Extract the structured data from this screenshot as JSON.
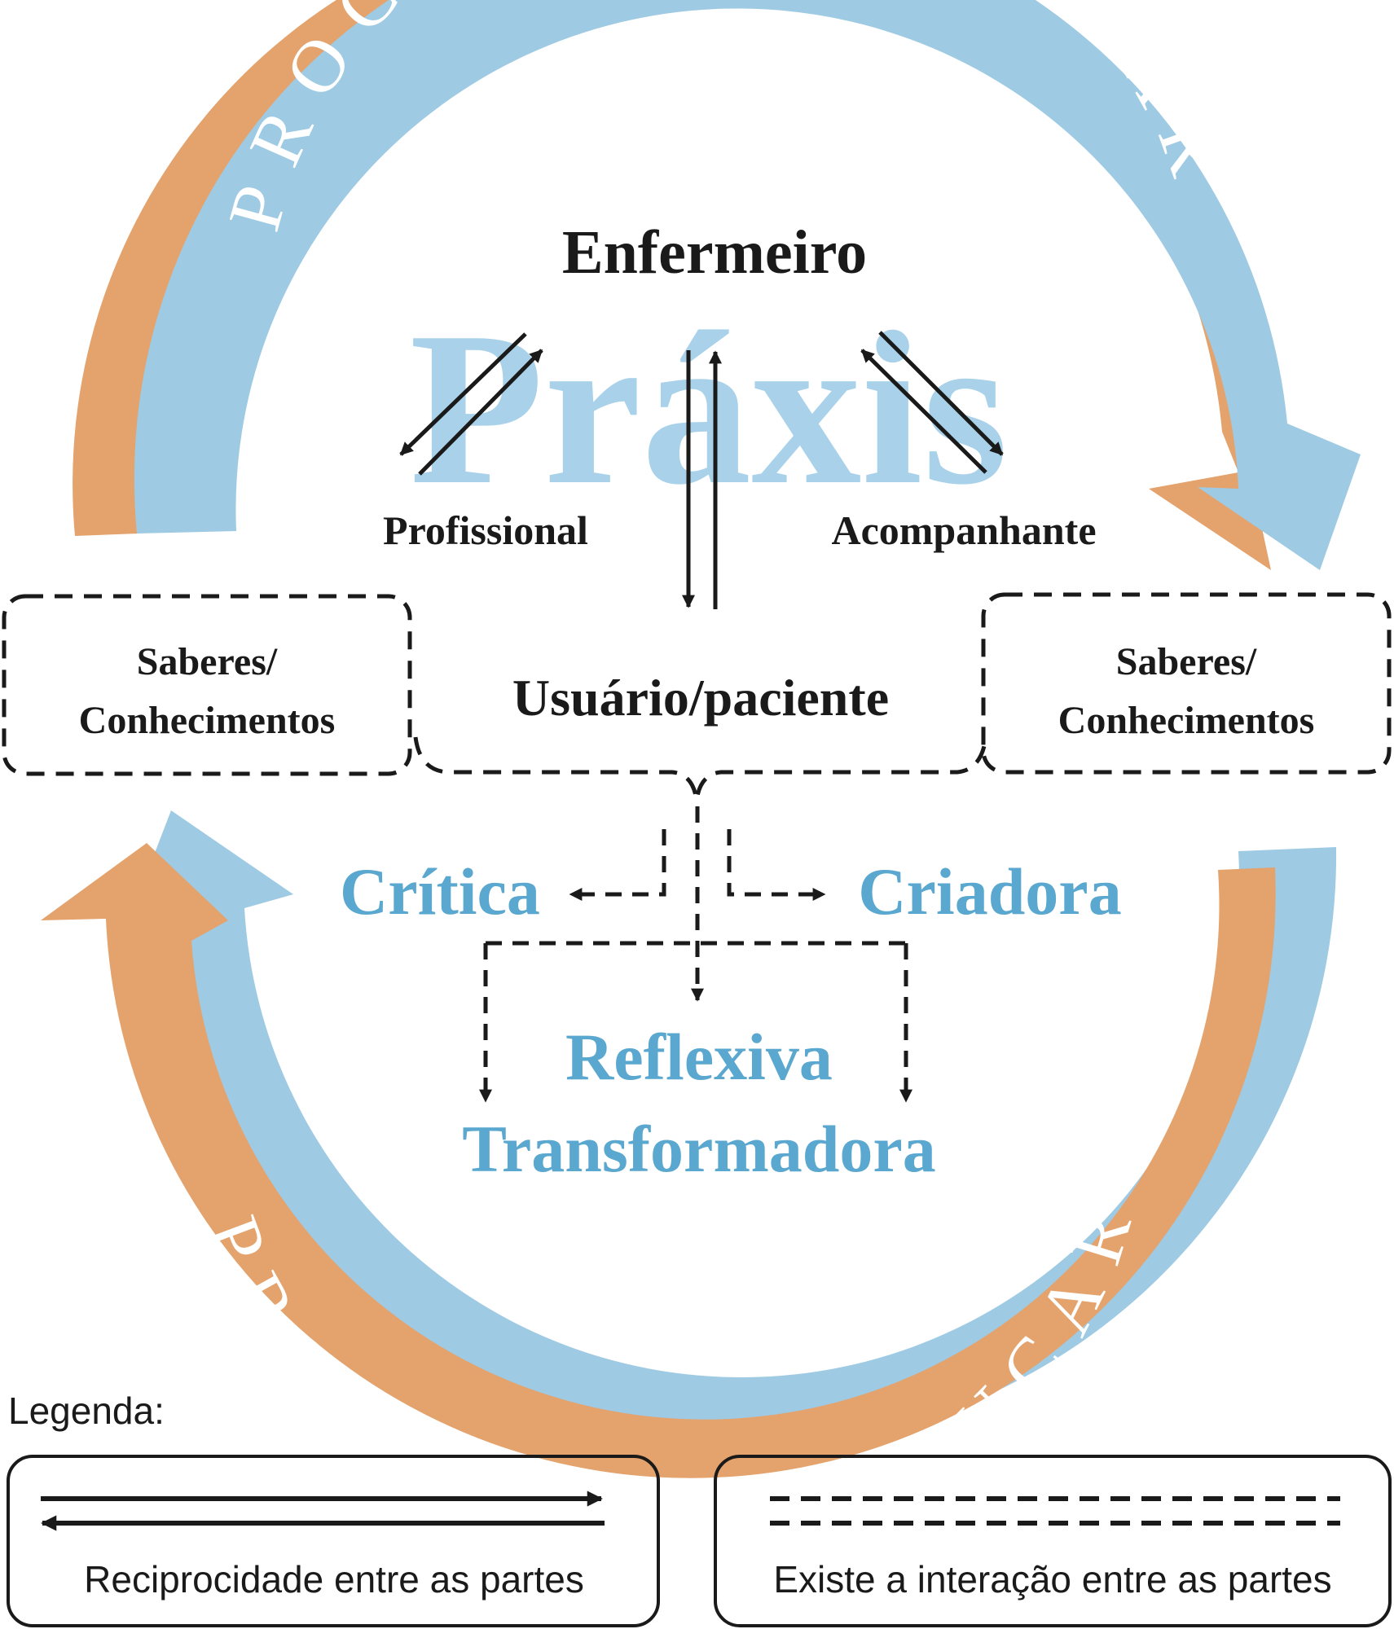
{
  "cycle": {
    "top_label": "PROCESSO DE CUIDAR",
    "bottom_label": "PROCESSO DE EDUCAR"
  },
  "watermark": "Práxis",
  "nodes": {
    "enfermeiro": "Enfermeiro",
    "profissional": "Profissional",
    "acompanhante": "Acompanhante",
    "usuario": "Usuário/paciente",
    "saberes_left": [
      "Saberes/",
      "Conhecimentos"
    ],
    "saberes_right": [
      "Saberes/",
      "Conhecimentos"
    ]
  },
  "qualities": {
    "critica": "Crítica",
    "criadora": "Criadora",
    "reflexiva": "Reflexiva",
    "transformadora": "Transformadora"
  },
  "legend": {
    "title": "Legenda:",
    "solid_label": "Reciprocidade entre as partes",
    "dashed_label": "Existe a interação entre as partes"
  },
  "colors": {
    "blue": "#9ecae3",
    "orange": "#e4a26c",
    "label_blue": "#5aa7cf",
    "praxis_blue": "#a9d2ea",
    "ink": "#1a1a1a"
  }
}
